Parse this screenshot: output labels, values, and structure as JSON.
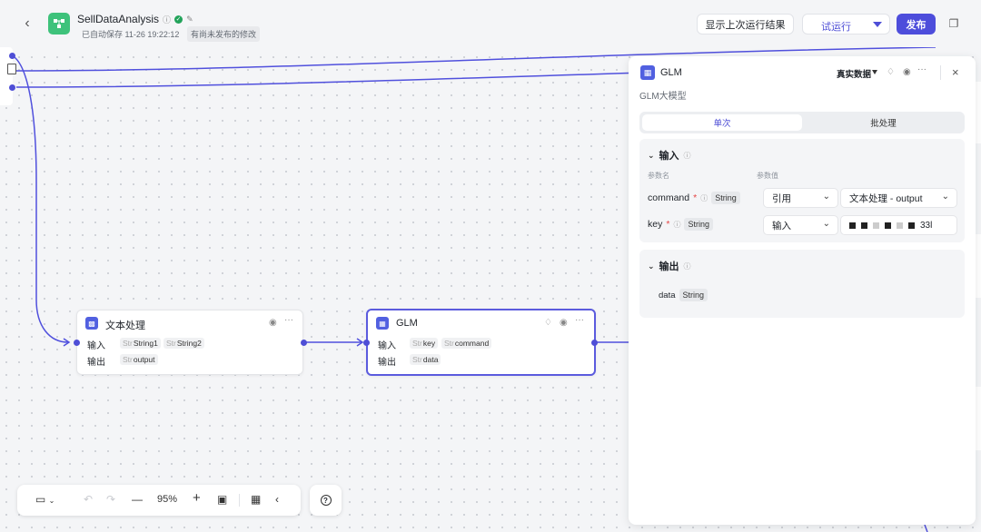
{
  "header": {
    "app_title": "SellDataAnalysis",
    "autosave": "已自动保存 11-26 19:22:12",
    "unpublished": "有尚未发布的修改",
    "show_last_run": "显示上次运行结果",
    "trial_run": "试运行",
    "publish": "发布"
  },
  "nodes": {
    "text": {
      "title": "文本处理",
      "input_label": "输入",
      "output_label": "输出",
      "type_prefix": "Str",
      "inputs": [
        "String1",
        "String2"
      ],
      "outputs": [
        "output"
      ]
    },
    "glm": {
      "title": "GLM",
      "input_label": "输入",
      "output_label": "输出",
      "type_prefix": "Str",
      "inputs": [
        "key",
        "command"
      ],
      "outputs": [
        "data"
      ]
    }
  },
  "toolbar": {
    "zoom": "95%"
  },
  "panel": {
    "title": "GLM",
    "data_mode": "真实数据",
    "description": "GLM大模型",
    "tabs": [
      "单次",
      "批处理"
    ],
    "input_section": {
      "title": "输入",
      "col_name": "参数名",
      "col_value": "参数值",
      "params": [
        {
          "name": "command",
          "type": "String",
          "mode": "引用",
          "value": "文本处理 - output"
        },
        {
          "name": "key",
          "type": "String",
          "mode": "输入",
          "value_suffix": "33l"
        }
      ]
    },
    "output_section": {
      "title": "输出",
      "fields": [
        {
          "name": "data",
          "type": "String"
        }
      ]
    }
  },
  "colors": {
    "accent": "#4e4ed6",
    "publish": "#4d4ddb",
    "app_logo": "#3ec27b",
    "node_icon": "#5160e0"
  }
}
